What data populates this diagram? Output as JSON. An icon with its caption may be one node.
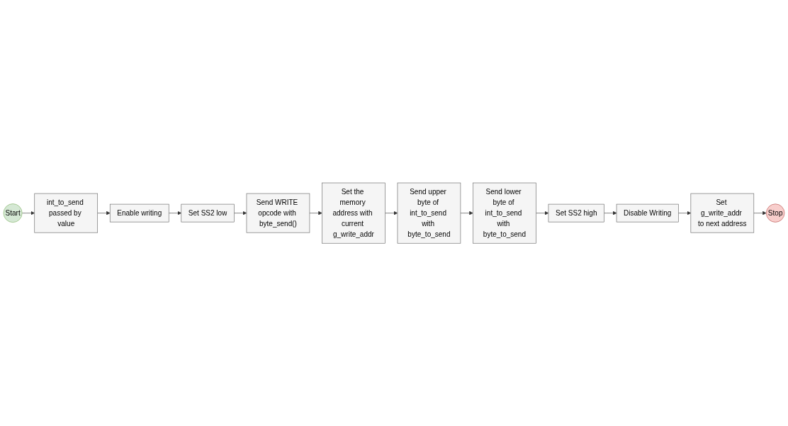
{
  "diagram": {
    "nodes": [
      {
        "text": [
          "Start"
        ]
      },
      {
        "text": [
          "int_to_send passed by value"
        ]
      },
      {
        "text": [
          "Enable writing"
        ]
      },
      {
        "text": [
          "Set SS2 low"
        ]
      },
      {
        "text": [
          "Send WRITE opcode with byte_send()"
        ]
      },
      {
        "text": [
          "Set the memory address with current g_write_addr"
        ]
      },
      {
        "text": [
          "Send upper byte of int_to_send with byte_to_send"
        ]
      },
      {
        "text": [
          "Send lower byte of int_to_send with byte_to_send"
        ]
      },
      {
        "text": [
          "Set SS2 high"
        ]
      },
      {
        "text": [
          "Disable Writing"
        ]
      },
      {
        "text": [
          "Set g_write_addr to next address"
        ]
      },
      {
        "text": [
          "Stop"
        ]
      }
    ],
    "edges": [
      {
        "from": 0,
        "to": 1,
        "arrow": "to"
      },
      {
        "from": 1,
        "to": 2,
        "arrow": "to"
      },
      {
        "from": 2,
        "to": 3,
        "arrow": "to"
      },
      {
        "from": 3,
        "to": 4,
        "arrow": "to"
      },
      {
        "from": 4,
        "to": 5,
        "arrow": "to"
      },
      {
        "from": 5,
        "to": 6,
        "arrow": "to"
      },
      {
        "from": 6,
        "to": 7,
        "arrow": "to"
      },
      {
        "from": 7,
        "to": 8,
        "arrow": "to"
      },
      {
        "from": 8,
        "to": 9,
        "arrow": "to"
      },
      {
        "from": 9,
        "to": 10,
        "arrow": "to"
      },
      {
        "from": 10,
        "to": 11,
        "arrow": "to"
      }
    ]
  }
}
